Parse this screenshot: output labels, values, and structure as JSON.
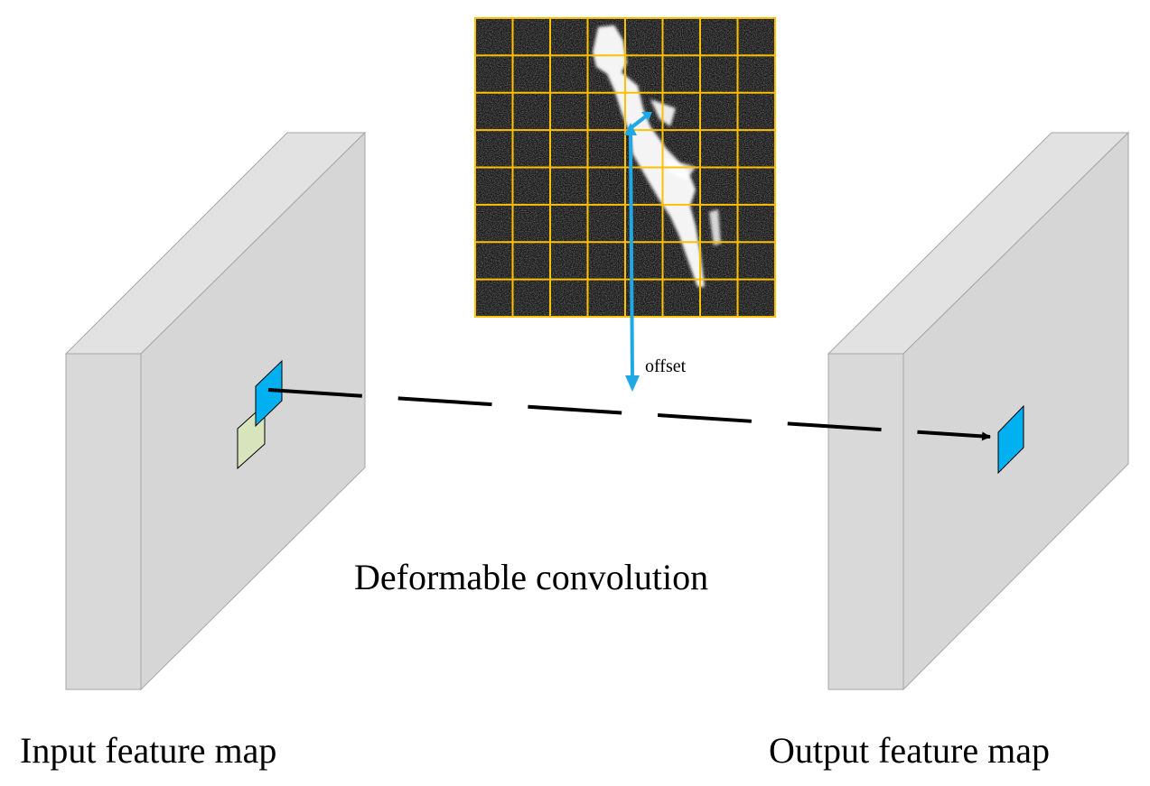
{
  "labels": {
    "title": "Deformable convolution",
    "input": "Input feature map",
    "output": "Output feature map",
    "offset": "offset"
  },
  "colors": {
    "block_front": "#d9d9d9",
    "block_side": "#d6d6d6",
    "block_edge": "#a6a6a6",
    "kernel_blue": "#00b0f0",
    "kernel_original": "#d8e4bc",
    "grid": "#ffc000",
    "offset_arrow": "#1fa8e6",
    "image_background": "#141414"
  },
  "icons": {
    "sar_image": "sar-ship-image",
    "offset_arrow": "offset-arrow-icon",
    "flow_arrow": "dashed-arrow-icon"
  }
}
